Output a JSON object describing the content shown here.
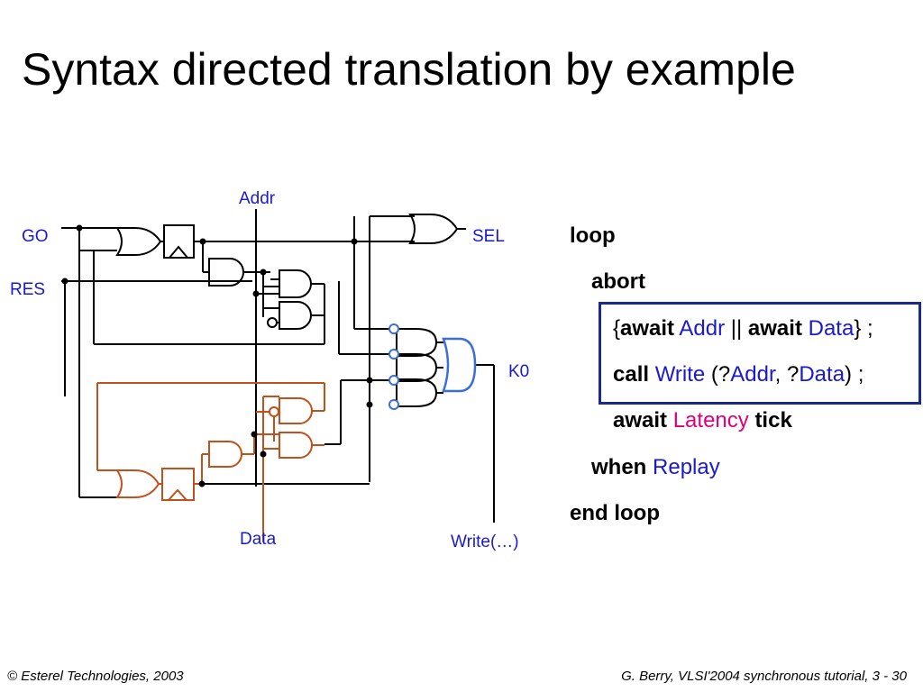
{
  "title": "Syntax directed translation by example",
  "signals": {
    "go": "GO",
    "res": "RES",
    "addr": "Addr",
    "data": "Data",
    "sel": "SEL",
    "k0": "K0",
    "write": "Write(…)"
  },
  "code": {
    "loop": "loop",
    "abort": "abort",
    "l3_open": "{",
    "l3_await1": "await",
    "l3_addr": "Addr",
    "l3_par": " || ",
    "l3_await2": "await",
    "l3_data": "Data",
    "l3_close": "} ;",
    "l4_call": "call",
    "l4_write": "Write",
    "l4_open": " (?",
    "l4_addr": "Addr",
    "l4_mid": ", ?",
    "l4_data": "Data",
    "l4_close": ") ;",
    "l5_await": "await",
    "l5_latency": "Latency",
    "l5_tick": "tick",
    "when": "when",
    "replay": "Replay",
    "endloop": "end loop"
  },
  "footer": {
    "left": "© Esterel Technologies, 2003",
    "right": "G. Berry, VLSI'2004 synchronous tutorial, 3 -  30"
  },
  "colors": {
    "wire": "#000000",
    "data_path": "#c0501e",
    "or_gate": "#3a6fd8",
    "keyword_blue": "#1a1acc",
    "latency": "#e0007a",
    "box": "#1a2a8c"
  }
}
